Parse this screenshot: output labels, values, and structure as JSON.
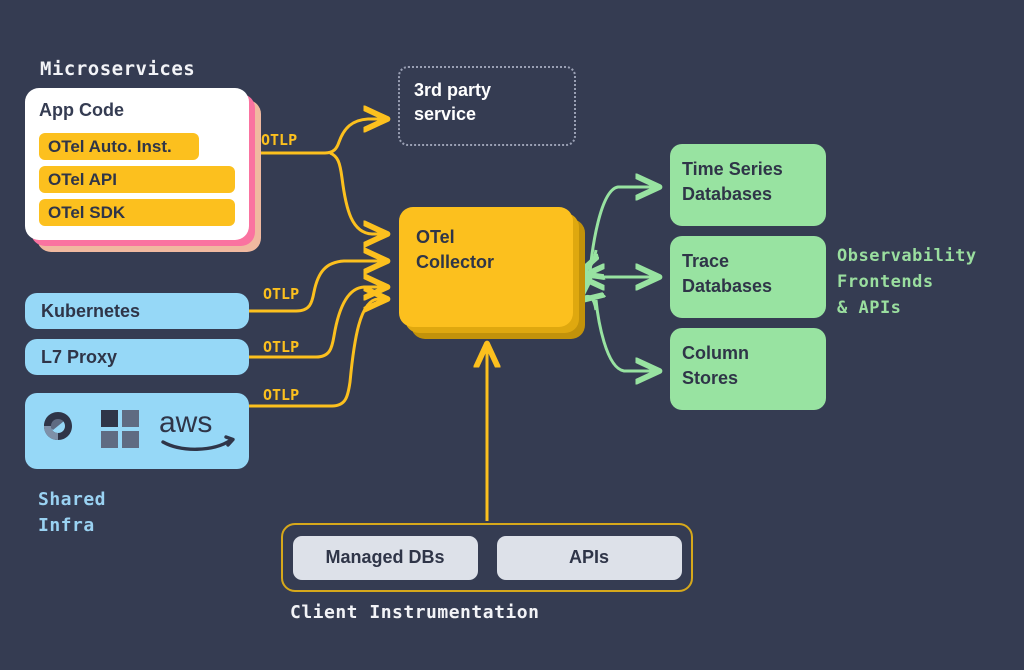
{
  "background_color": "#353c52",
  "palette": {
    "yellow": "#fcc01e",
    "green": "#98e3a1",
    "blue": "#96d8f7",
    "pink": "#fa73a0",
    "peach": "#f0b9a0",
    "white": "#ffffff",
    "gray_pill": "#dde1e9",
    "dark_text": "#2f3548",
    "label_green": "#9ade9f",
    "label_blue": "#9ad2f2"
  },
  "sections": {
    "microservices_title": "Microservices",
    "shared_infra_label": "Shared\nInfra",
    "observability_label": "Observability\nFrontends\n& APIs",
    "client_instrumentation_label": "Client Instrumentation"
  },
  "app_card": {
    "title": "App Code",
    "layers": [
      {
        "label": "OTel Auto. Inst."
      },
      {
        "label": "OTel API"
      },
      {
        "label": "OTel SDK"
      }
    ]
  },
  "infra_boxes": [
    {
      "label": "Kubernetes"
    },
    {
      "label": "L7 Proxy"
    }
  ],
  "cloud_providers": [
    {
      "name": "google-cloud-logo"
    },
    {
      "name": "microsoft-azure-logo"
    },
    {
      "name": "aws-logo",
      "wordmark": "aws"
    }
  ],
  "third_party": {
    "label": "3rd party\nservice"
  },
  "collector": {
    "label": "OTel\nCollector"
  },
  "outputs": [
    {
      "label": "Time Series\nDatabases"
    },
    {
      "label": "Trace\nDatabases"
    },
    {
      "label": "Column\nStores"
    }
  ],
  "client_instrumentation": {
    "items": [
      {
        "label": "Managed DBs"
      },
      {
        "label": "APIs"
      }
    ]
  },
  "connectors": {
    "otlp_labels": [
      "OTLP",
      "OTLP",
      "OTLP",
      "OTLP"
    ]
  }
}
